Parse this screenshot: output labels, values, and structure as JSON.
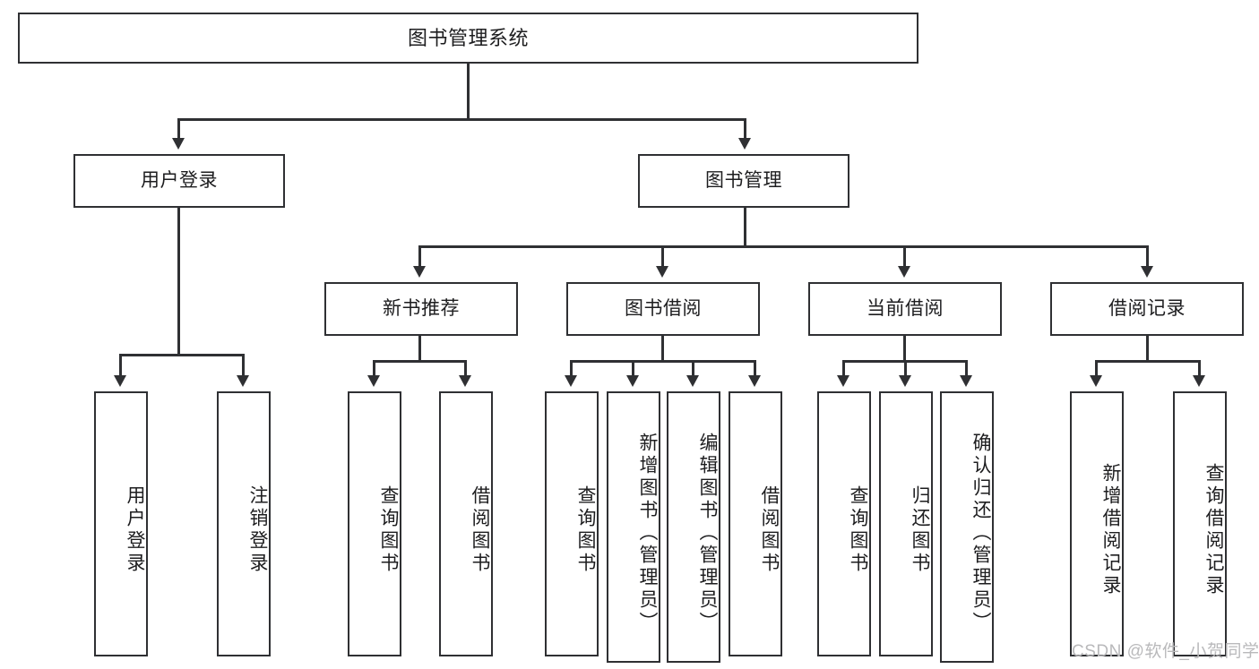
{
  "diagram": {
    "title": "图书管理系统",
    "watermark": "CSDN @软件_小贺同学",
    "colors": {
      "stroke": "#2f3033",
      "fill": "#ffffff",
      "text": "#1d1d1f",
      "watermark": "#b9b9bb"
    },
    "root": {
      "label": "图书管理系统"
    },
    "level2": [
      {
        "label": "用户登录"
      },
      {
        "label": "图书管理"
      }
    ],
    "level3": [
      {
        "label": "新书推荐"
      },
      {
        "label": "图书借阅"
      },
      {
        "label": "当前借阅"
      },
      {
        "label": "借阅记录"
      }
    ],
    "leaves": [
      {
        "label": "用户登录"
      },
      {
        "label": "注销登录"
      },
      {
        "label": "查询图书"
      },
      {
        "label": "借阅图书"
      },
      {
        "label": "查询图书"
      },
      {
        "label": "新增图书（管理员）"
      },
      {
        "label": "编辑图书（管理员）"
      },
      {
        "label": "借阅图书"
      },
      {
        "label": "查询图书"
      },
      {
        "label": "归还图书"
      },
      {
        "label": "确认归还（管理员）"
      },
      {
        "label": "新增借阅记录"
      },
      {
        "label": "查询借阅记录"
      }
    ]
  },
  "chart_data": {
    "type": "diagram",
    "title": "图书管理系统",
    "layout": "top-down tree / functional structure chart",
    "nodes": [
      {
        "id": "root",
        "label": "图书管理系统",
        "level": 0,
        "parent": null
      },
      {
        "id": "n-user-login",
        "label": "用户登录",
        "level": 1,
        "parent": "root"
      },
      {
        "id": "n-book-mgmt",
        "label": "图书管理",
        "level": 1,
        "parent": "root"
      },
      {
        "id": "n-new-book-rec",
        "label": "新书推荐",
        "level": 2,
        "parent": "n-book-mgmt"
      },
      {
        "id": "n-book-borrow",
        "label": "图书借阅",
        "level": 2,
        "parent": "n-book-mgmt"
      },
      {
        "id": "n-current-borrow",
        "label": "当前借阅",
        "level": 2,
        "parent": "n-book-mgmt"
      },
      {
        "id": "n-borrow-record",
        "label": "借阅记录",
        "level": 2,
        "parent": "n-book-mgmt"
      },
      {
        "id": "l1",
        "label": "用户登录",
        "level": 2,
        "parent": "n-user-login"
      },
      {
        "id": "l2",
        "label": "注销登录",
        "level": 2,
        "parent": "n-user-login"
      },
      {
        "id": "l3",
        "label": "查询图书",
        "level": 3,
        "parent": "n-new-book-rec"
      },
      {
        "id": "l4",
        "label": "借阅图书",
        "level": 3,
        "parent": "n-new-book-rec"
      },
      {
        "id": "l5",
        "label": "查询图书",
        "level": 3,
        "parent": "n-book-borrow"
      },
      {
        "id": "l6",
        "label": "新增图书（管理员）",
        "level": 3,
        "parent": "n-book-borrow"
      },
      {
        "id": "l7",
        "label": "编辑图书（管理员）",
        "level": 3,
        "parent": "n-book-borrow"
      },
      {
        "id": "l8",
        "label": "借阅图书",
        "level": 3,
        "parent": "n-book-borrow"
      },
      {
        "id": "l9",
        "label": "查询图书",
        "level": 3,
        "parent": "n-current-borrow"
      },
      {
        "id": "l10",
        "label": "归还图书",
        "level": 3,
        "parent": "n-current-borrow"
      },
      {
        "id": "l11",
        "label": "确认归还（管理员）",
        "level": 3,
        "parent": "n-current-borrow"
      },
      {
        "id": "l12",
        "label": "新增借阅记录",
        "level": 3,
        "parent": "n-borrow-record"
      },
      {
        "id": "l13",
        "label": "查询借阅记录",
        "level": 3,
        "parent": "n-borrow-record"
      }
    ]
  }
}
